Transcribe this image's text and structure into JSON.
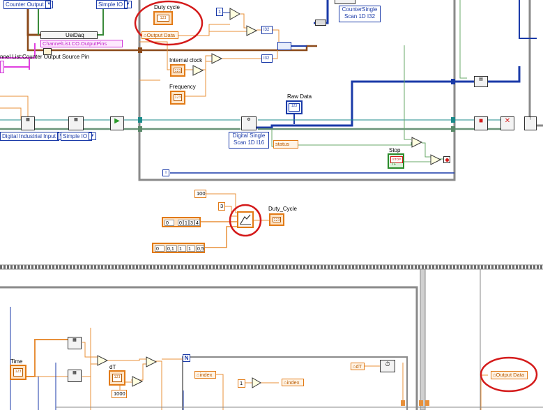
{
  "rings": {
    "counter_output": "Counter Output",
    "simple_io_top": "Simple IO",
    "digital_industrial_input": "Digital Industrial Input",
    "simple_io_mid": "Simple IO",
    "counter_single_l1": "CounterSingle",
    "counter_single_l2": "Scan 1D I32",
    "digital_single_l1": "Digital Single",
    "digital_single_l2": "Scan 1D I16"
  },
  "labels": {
    "uei_daq": "UeiDaq",
    "channel_list_prop": "ChannelList.CO.OutputPins",
    "channel_list_source": "nnel List:Counter Output Source Pin",
    "duty_cycle": "Duty cycle",
    "internal_clock": "Internal clock",
    "frequency": "Frequency",
    "raw_data": "Raw Data",
    "stop": "Stop",
    "duty_cycle_indicator": "Duty_Cycle",
    "time": "Time",
    "dt": "dT"
  },
  "properties": {
    "output_data_top": "Output Data",
    "status": "status",
    "index_in": "index",
    "index_out": "index",
    "dt_local": "dT",
    "output_data_bottom": "Output Data"
  },
  "constants": {
    "one_top": "1",
    "i32_a": "I32",
    "i32_b": "I32",
    "loop_i_top": "i",
    "hundred": "100",
    "three": "3",
    "arr_a_index": "0",
    "arr_a_values": [
      "0",
      "1",
      "3",
      "4"
    ],
    "arr_b_index": "0",
    "arr_b_values": [
      "0,1",
      "1",
      "1",
      "0,5"
    ],
    "thousand": "1000",
    "one_bottom": "1",
    "n": "N",
    "numeric_glyph": "123",
    "stop_btn": "STOP",
    "tf": "TF"
  },
  "colors": {
    "orange_wire": "#e8903a",
    "blue_wire": "#1a3aa8",
    "green_wire": "#5aa05a",
    "pink_wire": "#e040e0",
    "brown_wire": "#8b4a1a",
    "teal_wire": "#1b8a8a",
    "gray_frame": "#8a8a8a",
    "annotation_red": "#d41b1b"
  }
}
